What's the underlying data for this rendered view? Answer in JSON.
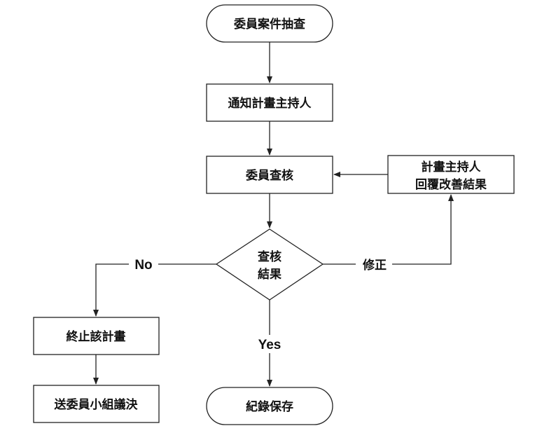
{
  "nodes": {
    "start": "委員案件抽查",
    "notify": "通知計畫主持人",
    "review": "委員查核",
    "reply_line1": "計畫主持人",
    "reply_line2": "回覆改善結果",
    "decision_line1": "查核",
    "decision_line2": "結果",
    "terminate": "終止該計畫",
    "committee": "送委員小組議決",
    "record": "紀錄保存"
  },
  "edges": {
    "no": "No",
    "yes": "Yes",
    "revise": "修正"
  }
}
